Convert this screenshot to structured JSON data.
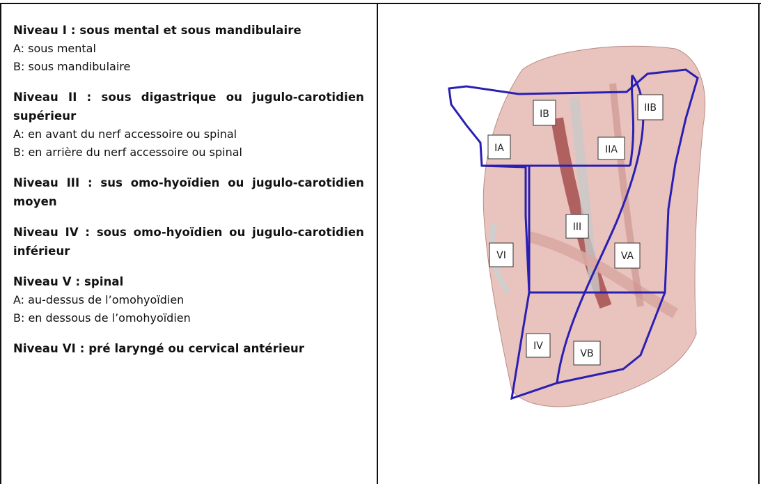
{
  "levels": [
    {
      "title": "Niveau I : sous mental et sous mandibulaire",
      "items": [
        "A: sous mental",
        "B: sous mandibulaire"
      ]
    },
    {
      "title": "Niveau II : sous digastrique ou jugulo-carotidien supérieur",
      "items": [
        "A: en avant du nerf accessoire ou spinal",
        "B: en arrière du nerf accessoire ou spinal"
      ]
    },
    {
      "title": "Niveau III : sus omo-hyoïdien ou jugulo-carotidien moyen",
      "items": []
    },
    {
      "title": "Niveau IV : sous omo-hyoïdien ou jugulo-carotidien inférieur",
      "items": []
    },
    {
      "title": "Niveau V : spinal",
      "items": [
        "A: au-dessus de l’omohyoïdien",
        "B: en dessous de l’omohyoïdien"
      ]
    },
    {
      "title": "Niveau VI : pré laryngé ou cervical antérieur",
      "items": []
    }
  ],
  "figure": {
    "zone_labels": [
      "IA",
      "IB",
      "IIA",
      "IIB",
      "III",
      "IV",
      "VA",
      "VB",
      "VI"
    ],
    "outline_color": "#2a1fb3",
    "tissue_color": "#e8b9b4"
  }
}
